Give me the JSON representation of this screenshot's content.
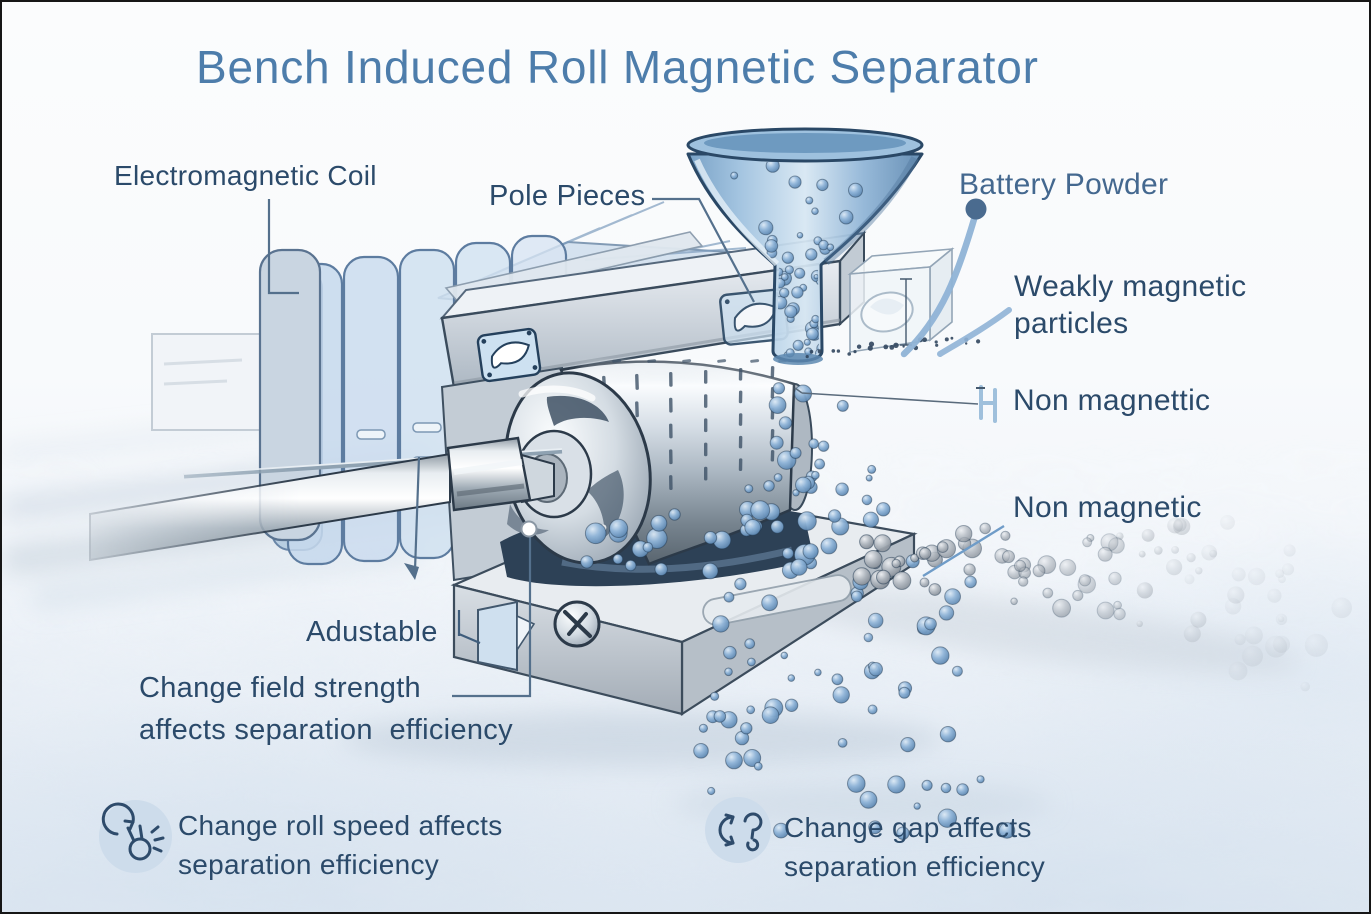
{
  "title": "Bench Induced Roll Magnetic Separator",
  "labels": {
    "electromagnetic_coil": "Electromagnetic Coil",
    "pole_pieces": "Pole Pieces",
    "battery_powder": "Battery Powder",
    "weakly_magnetic": [
      "Weakly magnetic",
      "particles"
    ],
    "non_magnettic": "Non magnettic",
    "non_magnetic": "Non magnetic",
    "adjustable": "Adustable",
    "field_strength_note": [
      "Change field strength",
      "affects separation  efficiency"
    ]
  },
  "footnotes": {
    "roll_speed": {
      "icon": "rotate-gesture-icon",
      "lines": [
        "Change roll speed affects",
        "separation efficiency"
      ]
    },
    "gap": {
      "icon": "gap-adjust-icon",
      "lines": [
        "Change gap affects",
        "separation efficiency"
      ]
    }
  },
  "colors": {
    "title": "#4d7dab",
    "label": "#2b4a6a",
    "label_light": "#44688f",
    "leader": "#54708c",
    "accent_curve": "#8fb3d6",
    "particle_blue": "#6f9cc8",
    "particle_grey": "#9aa2ab",
    "icon_bg": "#cddceb",
    "icon_stroke": "#2e4b6b"
  }
}
